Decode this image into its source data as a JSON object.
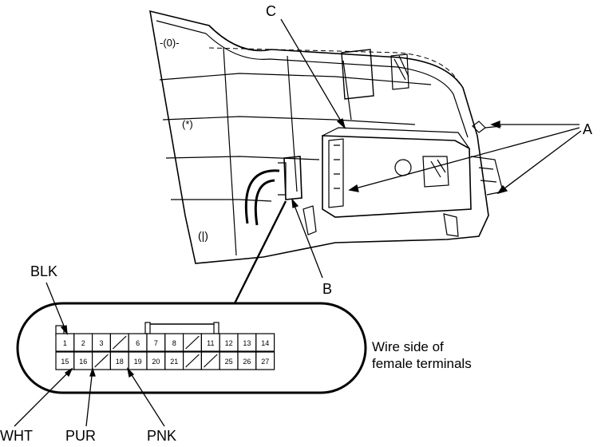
{
  "callouts": {
    "a": "A",
    "b": "B",
    "c": "C"
  },
  "wire_colors": {
    "blk": "BLK",
    "wht": "WHT",
    "pur": "PUR",
    "pnk": "PNK"
  },
  "connector_note": {
    "line1": "Wire side of",
    "line2": "female terminals"
  },
  "connector": {
    "top_row": [
      "1",
      "2",
      "3",
      "",
      "6",
      "7",
      "8",
      "",
      "11",
      "12",
      "13",
      "14"
    ],
    "bottom_row": [
      "15",
      "16",
      "",
      "18",
      "19",
      "20",
      "21",
      "",
      "",
      "25",
      "26",
      "27"
    ]
  },
  "panel_symbols": {
    "upper": "-(0)-",
    "middle": "(*)",
    "lower": "(|)"
  }
}
